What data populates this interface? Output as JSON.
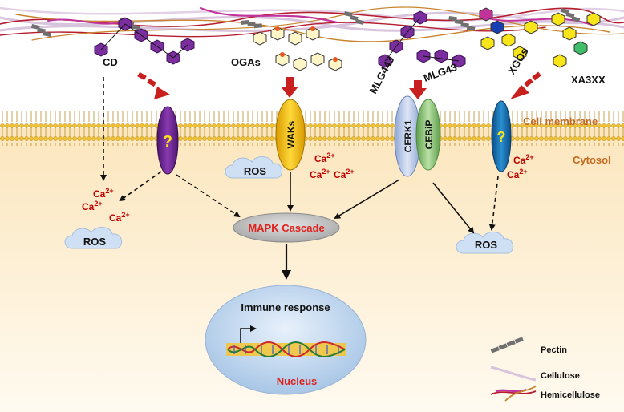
{
  "oligosaccharides": {
    "cd": "CD",
    "ogas": "OGAs",
    "mlg443": "MLG443",
    "mlg43": "MLG43",
    "xgos": "XGOs",
    "xa3xx": "XA3XX"
  },
  "membrane": {
    "cell_membrane": "Cell membrane",
    "cytosol": "Cytosol"
  },
  "receptors": {
    "unknown_left": "?",
    "waks": "WAKs",
    "cerk1": "CERK1",
    "cebip": "CEBiP",
    "unknown_right": "?"
  },
  "signals": {
    "ca": "Ca",
    "charge": "2+",
    "ros": "ROS"
  },
  "cascade": {
    "mapk": "MAPK Cascade"
  },
  "nucleus": {
    "immune_response": "Immune response",
    "label": "Nucleus"
  },
  "legend": {
    "pectin": "Pectin",
    "cellulose": "Cellulose",
    "hemicellulose": "Hemicellulose"
  },
  "colors": {
    "purple": "#7b2f9e",
    "yellow": "#f7e51a",
    "magenta": "#c2329b",
    "red_arrow": "#c8201e",
    "ca_text": "#c00000",
    "mapk_text": "#e0201b",
    "membrane_label": "#c46a1f",
    "cerk1": "#b8c8e8",
    "cebip": "#8ec67a",
    "waks": "#f5c400",
    "unknown_right": "#1a6fb0"
  }
}
